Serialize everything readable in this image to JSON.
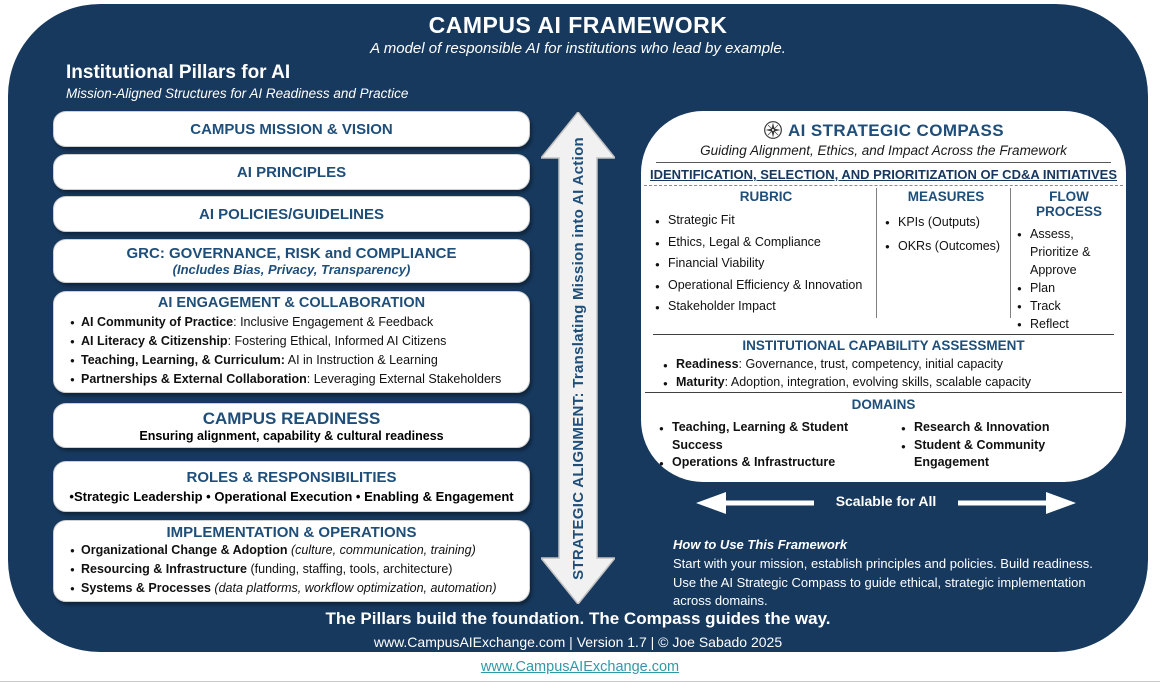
{
  "header": {
    "title": "CAMPUS AI FRAMEWORK",
    "subtitle": "A model of responsible AI for institutions who lead by example."
  },
  "pillars": {
    "title": "Institutional Pillars for AI",
    "subtitle": "Mission-Aligned Structures for AI Readiness and Practice",
    "boxes": [
      {
        "title": "CAMPUS MISSION & VISION"
      },
      {
        "title": "AI PRINCIPLES"
      },
      {
        "title": "AI POLICIES/GUIDELINES"
      },
      {
        "title": "GRC: GOVERNANCE, RISK and COMPLIANCE",
        "subtitle": "(Includes Bias, Privacy, Transparency)"
      },
      {
        "title": "AI ENGAGEMENT & COLLABORATION",
        "items": [
          {
            "lead": "AI Community of Practice",
            "rest": ": Inclusive Engagement & Feedback"
          },
          {
            "lead": "AI Literacy & Citizenship",
            "rest": ": Fostering Ethical, Informed AI Citizens"
          },
          {
            "lead": "Teaching, Learning, & Curriculum:",
            "rest": " AI in Instruction & Learning"
          },
          {
            "lead": "Partnerships & External Collaboration",
            "rest": ": Leveraging External Stakeholders"
          }
        ]
      },
      {
        "title": "CAMPUS READINESS",
        "subtitle": "Ensuring alignment, capability & cultural readiness"
      },
      {
        "title": "ROLES & RESPONSIBILITIES",
        "subtitle": "•Strategic Leadership • Operational Execution • Enabling & Engagement"
      },
      {
        "title": "IMPLEMENTATION & OPERATIONS",
        "items": [
          {
            "lead": "Organizational Change & Adoption",
            "rest": " (culture, communication, training)"
          },
          {
            "lead": "Resourcing & Infrastructure",
            "rest": " (funding, staffing, tools, architecture)"
          },
          {
            "lead": "Systems & Processes",
            "rest": " (data platforms, workflow optimization, automation)"
          }
        ]
      }
    ]
  },
  "alignment_arrow": {
    "label": "STRATEGIC ALIGNMENT: Translating Mission into AI Action"
  },
  "compass": {
    "icon": "compass-rose",
    "title": "AI STRATEGIC COMPASS",
    "subtitle": "Guiding Alignment, Ethics, and Impact Across the Framework",
    "initiatives": {
      "title": "IDENTIFICATION, SELECTION, AND PRIORITIZATION OF CD&A INITIATIVES",
      "columns": [
        {
          "title": "RUBRIC",
          "items": [
            "Strategic Fit",
            "Ethics, Legal & Compliance",
            "Financial Viability",
            "Operational Efficiency & Innovation",
            "Stakeholder Impact"
          ]
        },
        {
          "title": "MEASURES",
          "items": [
            "KPIs (Outputs)",
            "OKRs (Outcomes)"
          ]
        },
        {
          "title": "FLOW PROCESS",
          "items": [
            "Assess, Prioritize & Approve",
            "Plan",
            "Track",
            "Reflect"
          ]
        }
      ]
    },
    "capability": {
      "title": "INSTITUTIONAL CAPABILITY ASSESSMENT",
      "items": [
        {
          "lead": "Readiness",
          "rest": ": Governance, trust, competency, initial capacity"
        },
        {
          "lead": "Maturity",
          "rest": ": Adoption, integration, evolving skills, scalable capacity"
        }
      ]
    },
    "domains": {
      "title": "DOMAINS",
      "col1": [
        "Teaching, Learning & Student Success",
        "Operations & Infrastructure"
      ],
      "col2": [
        "Research & Innovation",
        "Student & Community Engagement"
      ]
    }
  },
  "scalable": {
    "label": "Scalable for All"
  },
  "how_to": {
    "title": "How to Use This Framework",
    "lines": [
      "Start with your mission, establish principles and policies. Build readiness.",
      "Use the AI Strategic Compass to guide ethical, strategic implementation",
      "across domains."
    ]
  },
  "footer": {
    "tagline": "The Pillars build the foundation. The Compass guides the way.",
    "meta": "www.CampusAIExchange.com | Version 1.7 | © Joe Sabado 2025",
    "link": "www.CampusAIExchange.com"
  },
  "colors": {
    "panel_navy": "#17395E",
    "heading_navy": "#1F4E79",
    "link_teal": "#2E9AA6"
  }
}
